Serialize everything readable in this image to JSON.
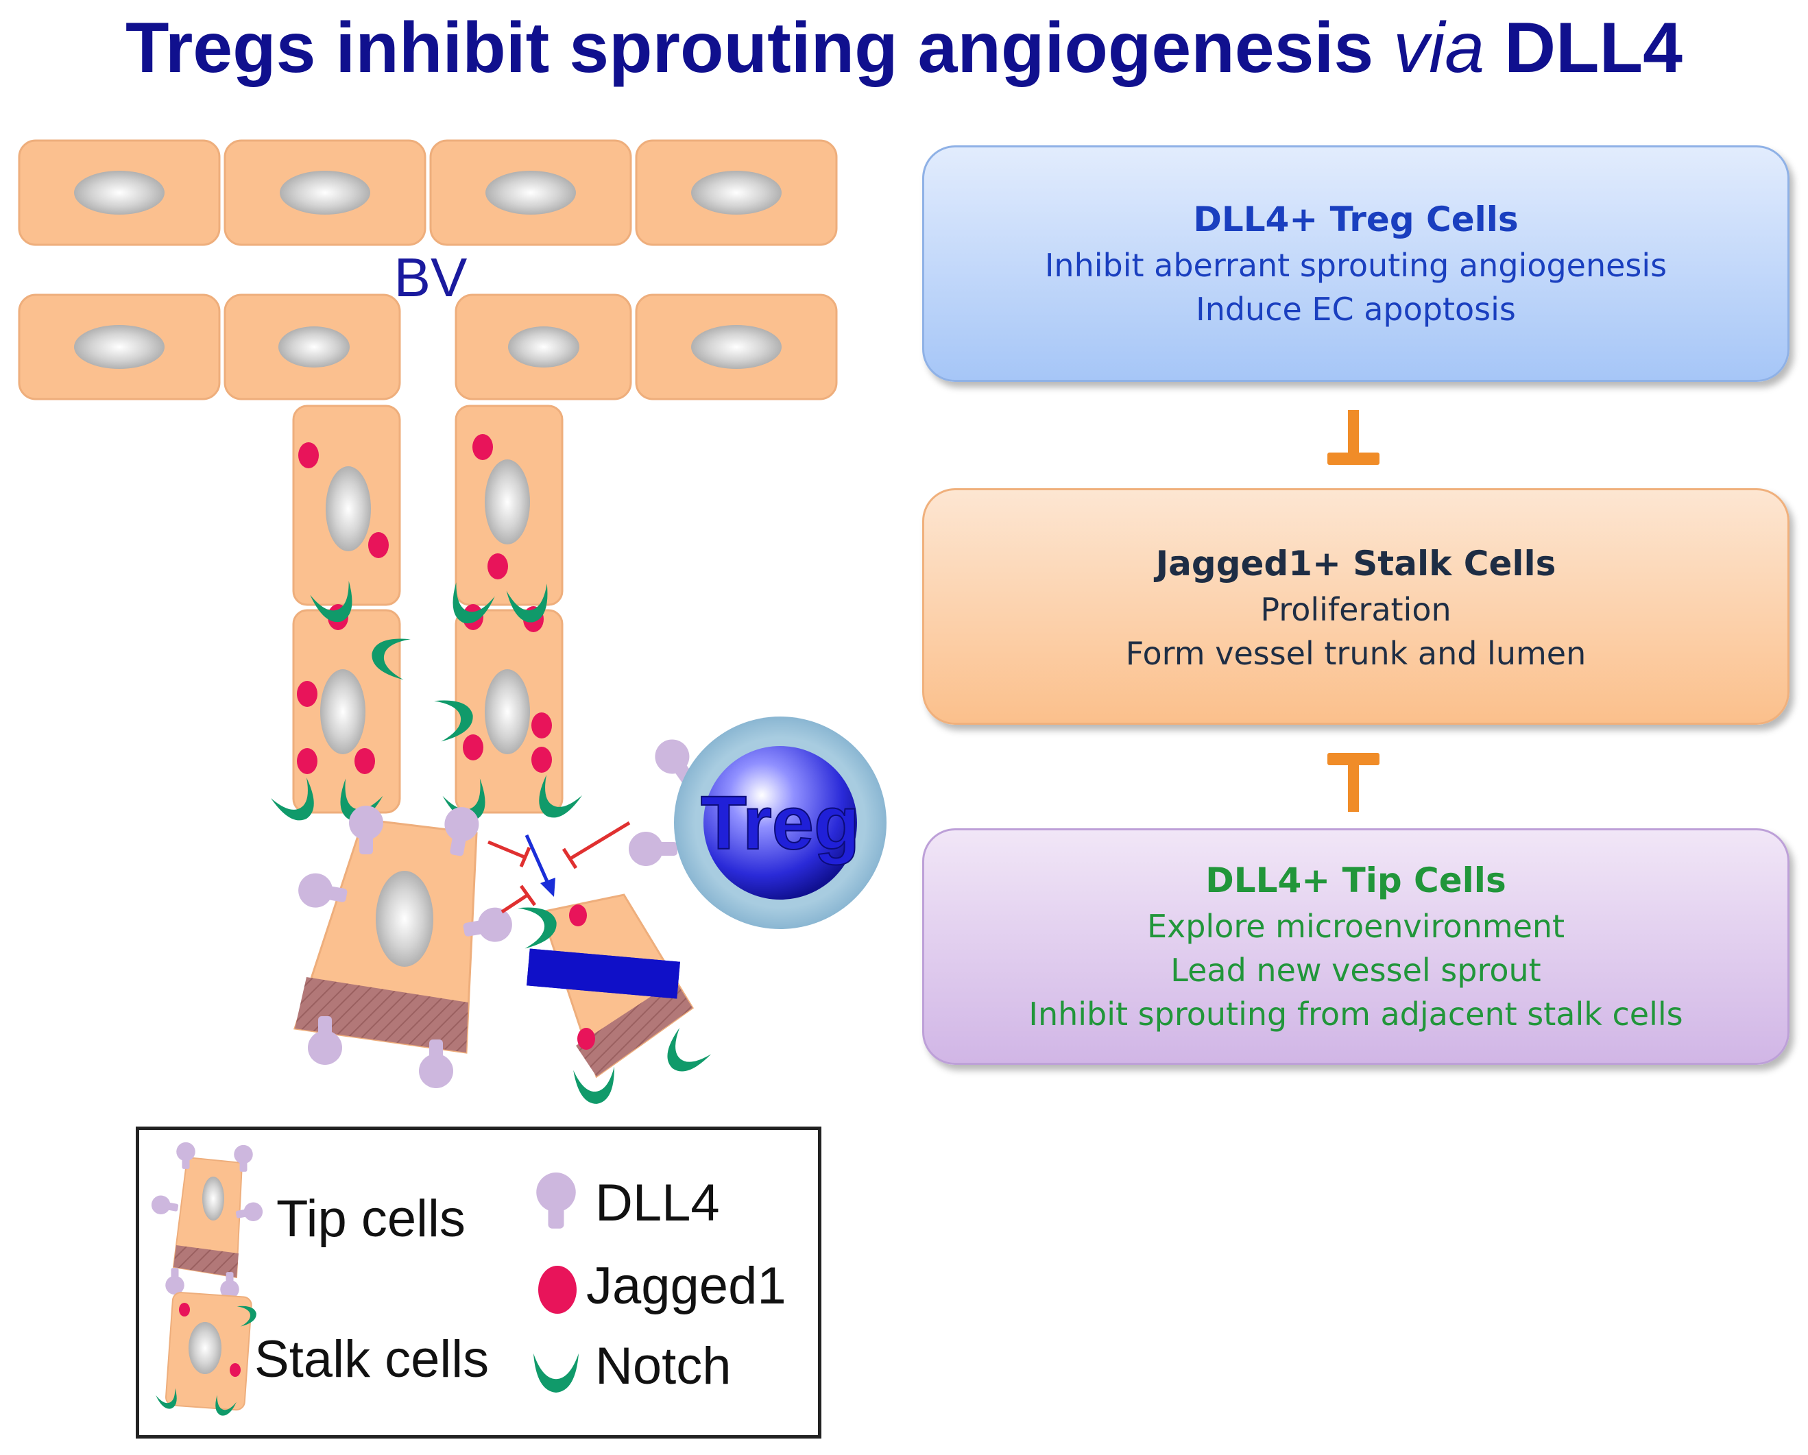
{
  "title": {
    "part1": "Tregs inhibit sprouting angiogenesis",
    "part2": "via",
    "part3": "DLL4"
  },
  "diagram_labels": {
    "bv": "BV",
    "treg": "Treg"
  },
  "boxes": {
    "treg_cells": {
      "heading": "DLL4+ Treg Cells",
      "line1": "Inhibit  aberrant sprouting angiogenesis",
      "line2": "Induce EC apoptosis"
    },
    "stalk_cells": {
      "heading": "Jagged1+ Stalk Cells",
      "line1": "Proliferation",
      "line2": "Form vessel trunk and lumen"
    },
    "tip_cells": {
      "heading": "DLL4+ Tip Cells",
      "line1": "Explore microenvironment",
      "line2": "Lead new vessel sprout",
      "line3": "Inhibit  sprouting from adjacent stalk cells"
    }
  },
  "legend": {
    "tip_cells": "Tip cells",
    "stalk_cells": "Stalk cells",
    "dll4": "DLL4",
    "jagged1": "Jagged1",
    "notch": "Notch"
  },
  "colors": {
    "title": "#10108e",
    "cell_fill": "#fbc08f",
    "nucleus": "#c8c8c8",
    "dll4": "#cdb7de",
    "jagged1": "#e8145a",
    "notch": "#109a6a",
    "inhibit_arrow_red": "#e03030",
    "blue_arrow": "#1a2ed8",
    "cross": "#1010c8",
    "inhibit_orange": "#f08c28"
  }
}
